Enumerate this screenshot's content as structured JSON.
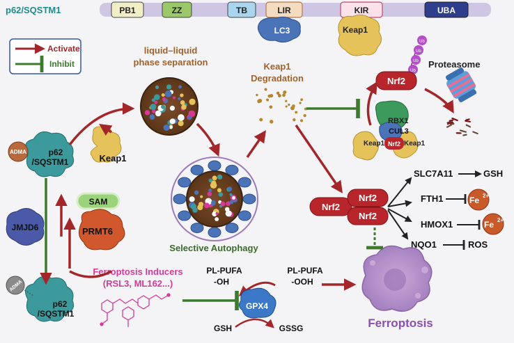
{
  "protein": {
    "title": "p62/SQSTM1",
    "domains": [
      "PB1",
      "ZZ",
      "TB",
      "LIR",
      "KIR",
      "UBA"
    ]
  },
  "legend": {
    "activate": "Activate",
    "inhibit": "Inhibit"
  },
  "labels": {
    "lc3": "LC3",
    "keap1_top": "Keap1",
    "llps_line1": "liquid–liquid",
    "llps_line2": "phase separation",
    "keap1_deg_line1": "Keap1",
    "keap1_deg_line2": "Degradation",
    "nrf2_ub": "Nrf2",
    "ub": "Ub",
    "proteasome": "Proteasome",
    "rbx1": "RBX1",
    "cul3": "CUL3",
    "keap1_left": "Keap1",
    "keap1_right": "Keap1",
    "nrf2_complex": "Nrf2",
    "adma": "ADMA",
    "p62_line1": "p62",
    "p62_line2": "/SQSTM1",
    "keap1_mid": "Keap1",
    "sam": "SAM",
    "jmjd6": "JMJD6",
    "prmt6": "PRMT6",
    "selective_autophagy": "Selective Autophagy",
    "nrf2": "Nrf2",
    "slc7a11": "SLC7A11",
    "gsh_right": "GSH",
    "fth1": "FTH1",
    "fe": "Fe",
    "fe_charge": "2+",
    "hmox1": "HMOX1",
    "nqo1": "NQO1",
    "ros": "ROS",
    "fi_line1": "Ferroptosis Inducers",
    "fi_line2": "(RSL3, ML162...)",
    "pl_oh_line1": "PL-PUFA",
    "pl_oh_line2": "-OH",
    "pl_ooh_line1": "PL-PUFA",
    "pl_ooh_line2": "-OOH",
    "gpx4": "GPX4",
    "gsh": "GSH",
    "gssg": "GSSG",
    "ferroptosis": "Ferroptosis"
  },
  "colors": {
    "activate": "#a3262b",
    "inhibit": "#3c7a2e",
    "title": "#1f8c8c",
    "brown_text": "#a0622a",
    "pink_text": "#d63a96",
    "purple_text": "#8a4fb0",
    "nrf2": "#b8262b",
    "keap1": "#e5c35a",
    "lc3": "#4a73b8",
    "p62": "#3c9a9c"
  }
}
